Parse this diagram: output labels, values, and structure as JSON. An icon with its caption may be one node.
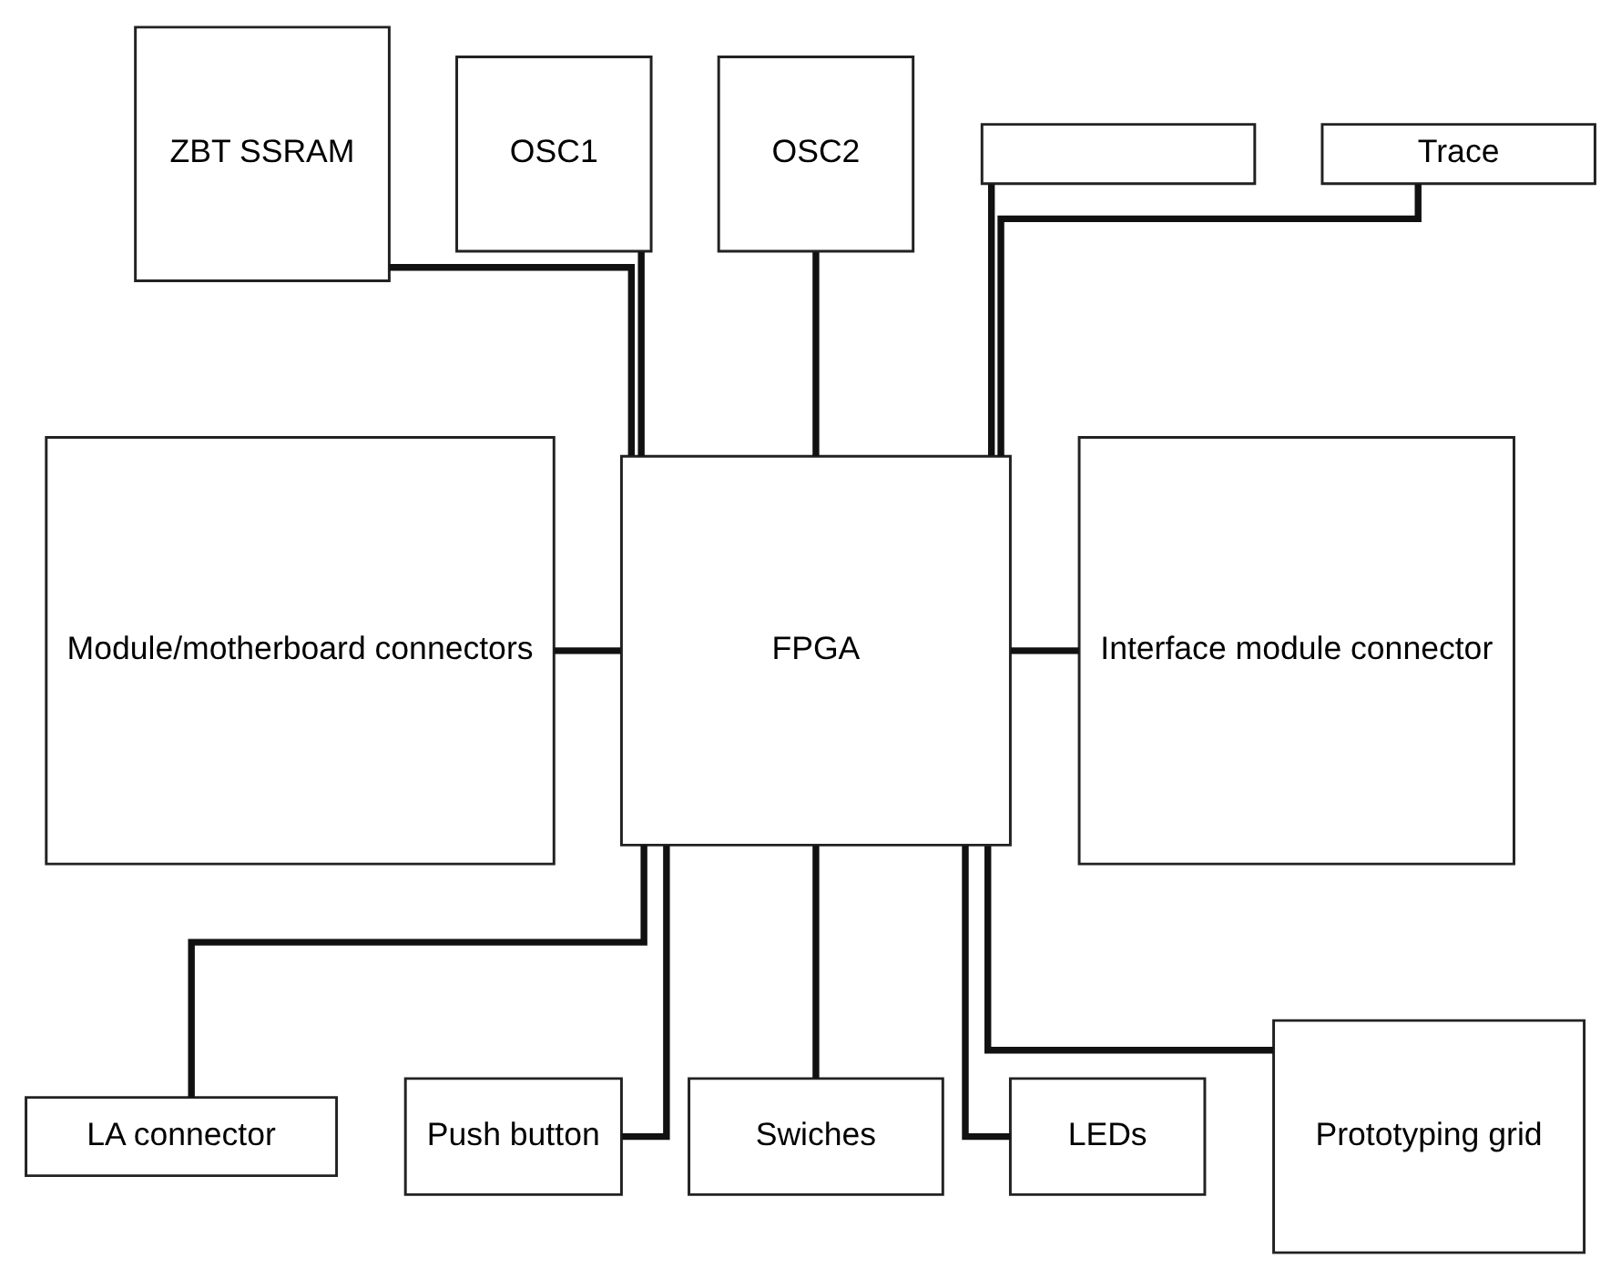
{
  "diagram": {
    "nodes": [
      {
        "text": [
          "ZBT SSRAM"
        ]
      },
      {
        "text": [
          "OSC1"
        ]
      },
      {
        "text": [
          "OSC2"
        ]
      },
      {
        "text": [],
        "shape": "box"
      },
      {
        "text": [
          "Trace"
        ]
      },
      {
        "text": [
          "Module/motherboard connectors"
        ]
      },
      {
        "text": [
          "FPGA"
        ]
      },
      {
        "text": [
          "Interface module connector"
        ]
      },
      {
        "text": [
          "LA connector"
        ]
      },
      {
        "text": [
          "Push button"
        ]
      },
      {
        "text": [
          "Swiches"
        ]
      },
      {
        "text": [
          "LEDs"
        ]
      },
      {
        "text": [
          "Prototyping grid"
        ]
      }
    ],
    "edges": [
      {
        "from": 0,
        "to": 6,
        "arrow": "none"
      },
      {
        "from": 1,
        "to": 6,
        "arrow": "none"
      },
      {
        "from": 2,
        "to": 6,
        "arrow": "none"
      },
      {
        "from": 3,
        "to": 6,
        "arrow": "none"
      },
      {
        "from": 4,
        "to": 6,
        "arrow": "none"
      },
      {
        "from": 5,
        "to": 6,
        "arrow": "none"
      },
      {
        "from": 6,
        "to": 7,
        "arrow": "none"
      },
      {
        "from": 6,
        "to": 8,
        "arrow": "none"
      },
      {
        "from": 6,
        "to": 9,
        "arrow": "none"
      },
      {
        "from": 6,
        "to": 10,
        "arrow": "none"
      },
      {
        "from": 6,
        "to": 11,
        "arrow": "none"
      },
      {
        "from": 6,
        "to": 12,
        "arrow": "none"
      }
    ]
  }
}
